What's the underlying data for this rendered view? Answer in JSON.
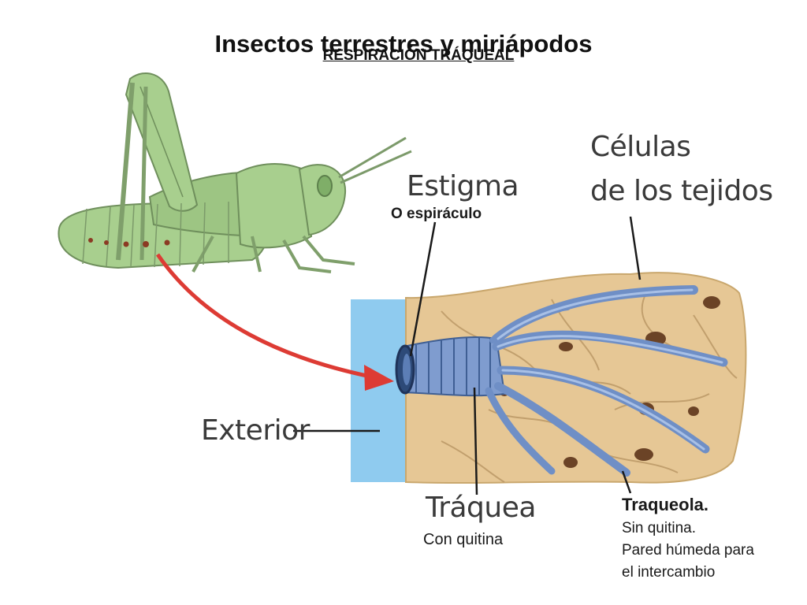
{
  "title": "Insectos terrestres y miriápodos",
  "subtitle": "RESPIRACIÓN TRÁQUEAL",
  "labels": {
    "estigma": "Estigma",
    "espiraculo": "O espiráculo",
    "celulas_line1": "Células",
    "celulas_line2": "de los tejidos",
    "exterior": "Exterior",
    "traquea": "Tráquea",
    "con_quitina": "Con quitina",
    "traqueola_title": "Traqueola.",
    "traqueola_line1": "Sin quitina.",
    "traqueola_line2": "Pared húmeda para",
    "traqueola_line3": "el intercambio"
  },
  "colors": {
    "insect": "#a8cf8e",
    "insect_outline": "#6f8f5c",
    "tissue": "#e6c795",
    "exterior": "#8fcbef",
    "trachea": "#7f9ccf",
    "arrow": "#dd3b34"
  }
}
